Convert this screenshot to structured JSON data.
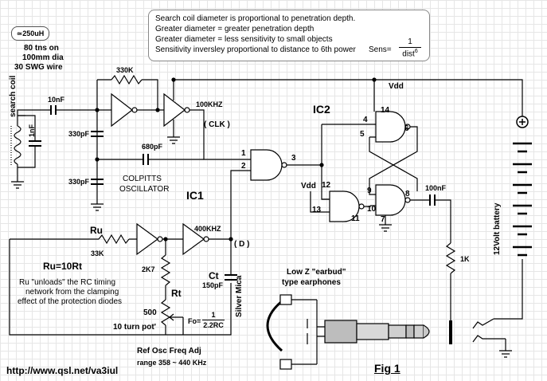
{
  "badge": "≃250uH",
  "coil_spec": [
    "80 tns on",
    "100mm dia",
    "30 SWG wire"
  ],
  "search_coil_label": "search coil",
  "notes": [
    "Search coil diameter is proportional to penetration depth.",
    "Greater diameter = greater penetration depth",
    "Greater diameter = less sensitivity to small objects",
    "Sensitivity inversley proportional to distance to 6th power"
  ],
  "sens_formula": {
    "label": "Sens=",
    "numerator": "1",
    "denominator": "dist",
    "exponent": "6"
  },
  "components": {
    "c_input": "10nF",
    "c_coil": "1nF",
    "r_feedback": "330K",
    "c_330_top": "330pF",
    "c_680": "680pF",
    "c_330_bottom": "330pF",
    "ru_name": "Ru",
    "ru_value": "33K",
    "r_2k7": "2K7",
    "rt_name": "Rt",
    "pot_value": "500",
    "pot_type": "10 turn pot'",
    "ct_name": "Ct",
    "ct_value": "150pF",
    "ct_type": "Silver Mica",
    "c_100n": "100nF",
    "r_1k": "1K"
  },
  "labels": {
    "freq_100k": "100KHZ",
    "clk": "( CLK )",
    "colpitts": [
      "COLPITTS",
      "OSCILLATOR"
    ],
    "ic1": "IC1",
    "ic2": "IC2",
    "vdd": "Vdd",
    "vdd2": "Vdd",
    "freq_400k": "400KHZ",
    "d": "( D )",
    "ru_eq": "Ru=10Rt",
    "ru_note": [
      "Ru \"unloads\" the RC timing",
      "network from the clamping",
      "effect of the protection diodes"
    ],
    "fo_label": "Fo=",
    "fo_num": "1",
    "fo_den": "2.2RC",
    "ref_adj": "Ref Osc Freq Adj",
    "range": "range  358 ~ 440 KHz",
    "earphones": [
      "Low Z  \"earbud\"",
      "type earphones"
    ],
    "battery": "12Volt battery",
    "plus": "+",
    "url": "http://www.qsl.net/va3iul",
    "fig": "Fig 1"
  },
  "pins": [
    "1",
    "2",
    "3",
    "4",
    "5",
    "6",
    "14",
    "12",
    "13",
    "11",
    "9",
    "10",
    "8",
    "7"
  ],
  "colors": {
    "ink": "#000000",
    "grid": "#e6e6e6",
    "wire": "#000000"
  }
}
